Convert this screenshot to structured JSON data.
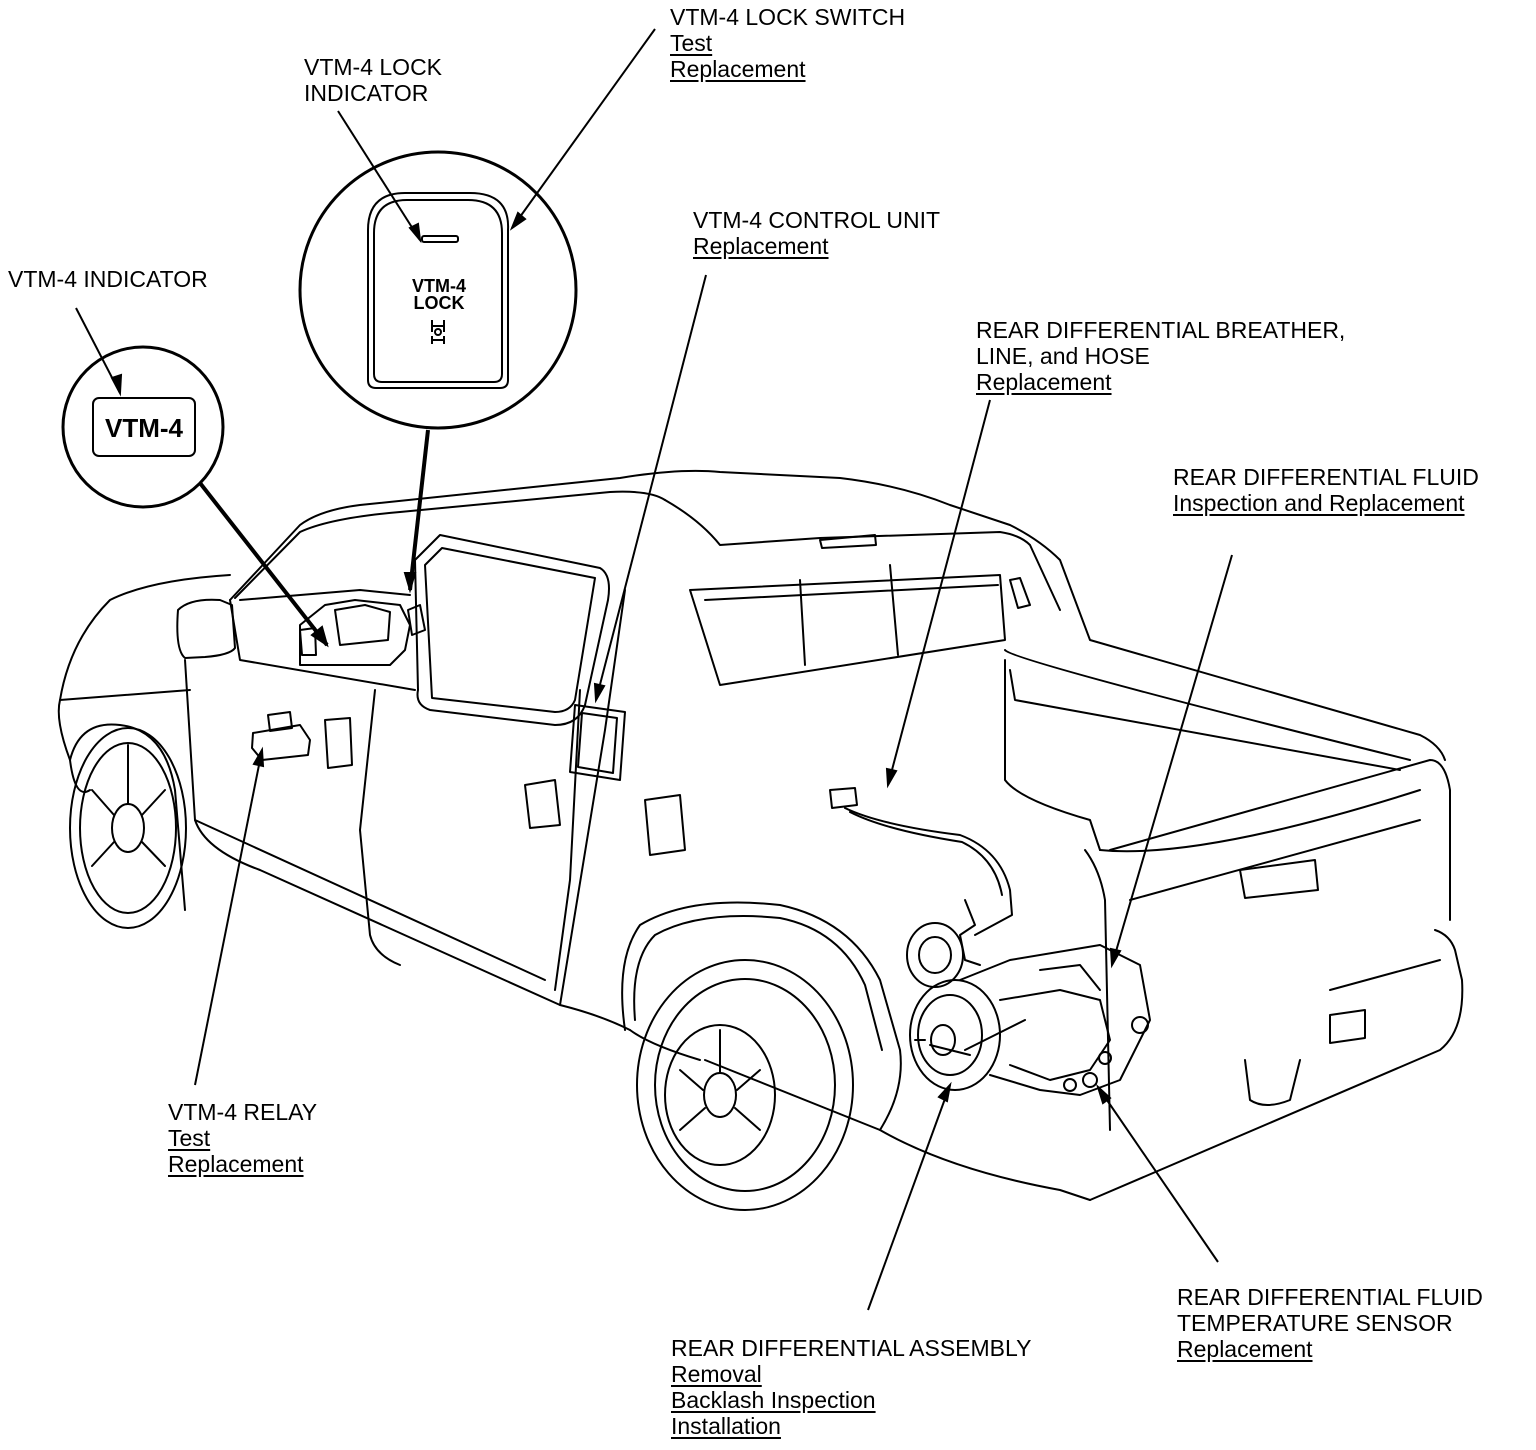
{
  "callouts": {
    "lock_switch": {
      "title": "VTM-4 LOCK SWITCH",
      "links": [
        "Test",
        "Replacement"
      ]
    },
    "lock_indicator": {
      "title_lines": [
        "VTM-4 LOCK",
        "INDICATOR"
      ]
    },
    "indicator": {
      "title": "VTM-4 INDICATOR"
    },
    "control_unit": {
      "title": "VTM-4 CONTROL UNIT",
      "links": [
        "Replacement"
      ]
    },
    "breather": {
      "title_lines": [
        "REAR DIFFERENTIAL BREATHER,",
        "LINE, and HOSE"
      ],
      "links": [
        "Replacement"
      ]
    },
    "diff_fluid": {
      "title": "REAR DIFFERENTIAL FLUID",
      "links": [
        "Inspection and Replacement"
      ]
    },
    "relay": {
      "title": "VTM-4 RELAY",
      "links": [
        "Test",
        "Replacement"
      ]
    },
    "diff_assembly": {
      "title": "REAR DIFFERENTIAL ASSEMBLY",
      "links": [
        "Removal",
        "Backlash Inspection",
        "Installation"
      ]
    },
    "temp_sensor": {
      "title_lines": [
        "REAR DIFFERENTIAL FLUID",
        "TEMPERATURE SENSOR"
      ],
      "links": [
        "Replacement"
      ]
    }
  },
  "badges": {
    "indicator_label": "VTM-4",
    "lock_label_1": "VTM-4",
    "lock_label_2": "LOCK"
  }
}
